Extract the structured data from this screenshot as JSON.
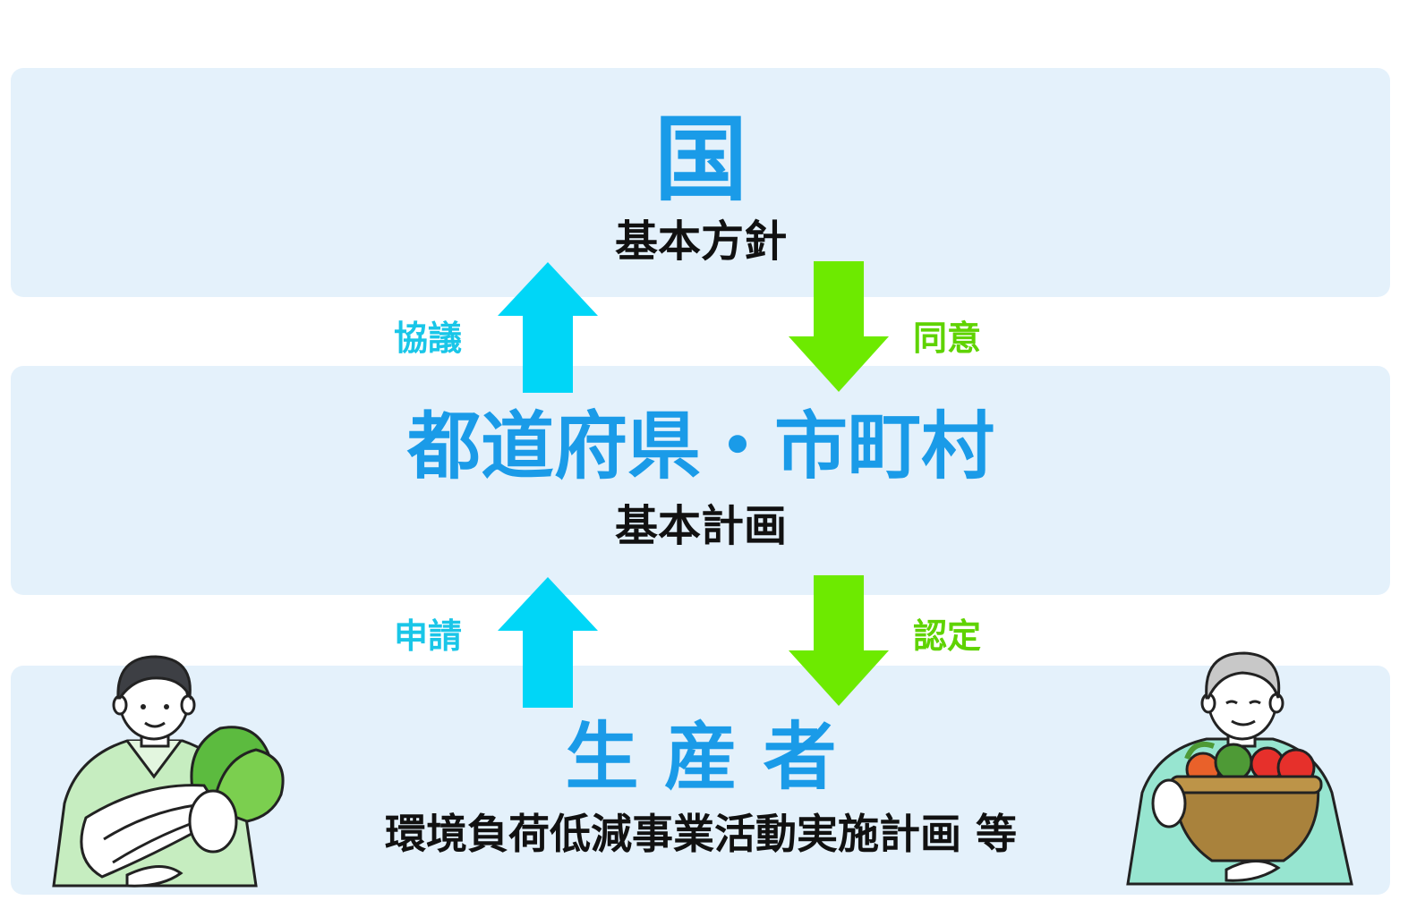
{
  "flow": {
    "national": {
      "title": "国",
      "subtitle": "基本方針"
    },
    "regional": {
      "title": "都道府県・市町村",
      "subtitle": "基本計画"
    },
    "producer": {
      "title": "生 産 者",
      "subtitle": "環境負荷低減事業活動実施計画 等"
    },
    "arrows": {
      "consult_label": "協議",
      "consent_label": "同意",
      "apply_label": "申請",
      "certify_label": "認定"
    }
  },
  "colors": {
    "panel_bg": "#e4f1fb",
    "title_blue": "#1a9be8",
    "up_arrow_cyan": "#00d6f7",
    "down_arrow_green": "#6dea00",
    "label_cyan": "#19c6e8",
    "label_green": "#5fd300",
    "text_black": "#111111"
  },
  "illustrations": {
    "left_person": "farmer-with-daikon-icon",
    "right_person": "elder-farmer-with-vegetable-basket-icon"
  }
}
